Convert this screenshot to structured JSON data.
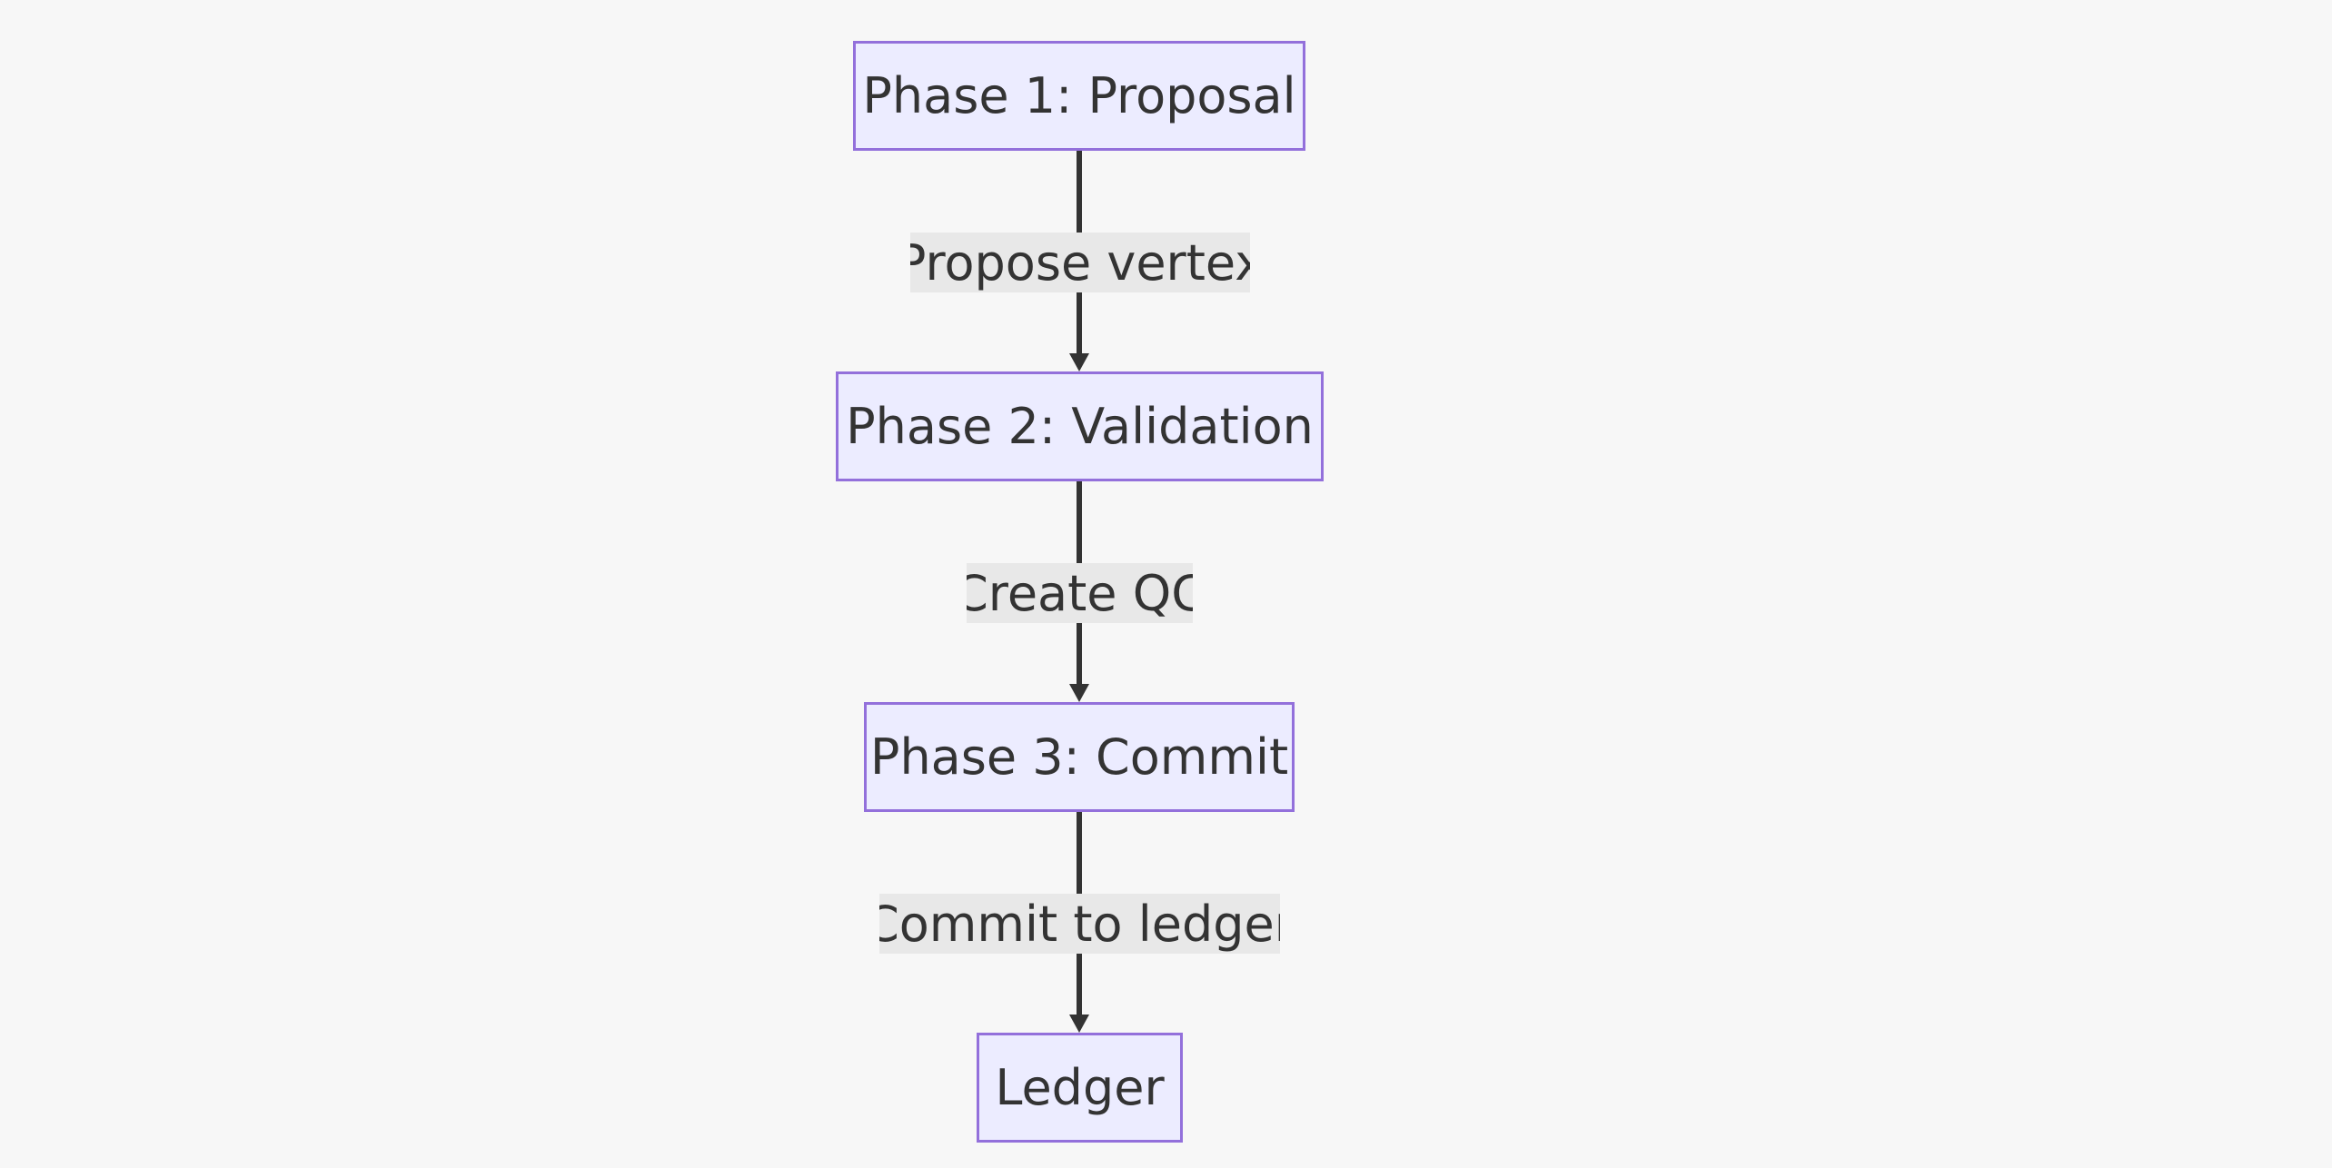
{
  "diagram": {
    "nodes": [
      {
        "id": "phase1",
        "label": "Phase 1: Proposal"
      },
      {
        "id": "phase2",
        "label": "Phase 2: Validation"
      },
      {
        "id": "phase3",
        "label": "Phase 3: Commit"
      },
      {
        "id": "ledger",
        "label": "Ledger"
      }
    ],
    "edges": [
      {
        "from": "phase1",
        "to": "phase2",
        "label": "Propose vertex"
      },
      {
        "from": "phase2",
        "to": "phase3",
        "label": "Create QC"
      },
      {
        "from": "phase3",
        "to": "ledger",
        "label": "Commit to ledger"
      }
    ]
  },
  "colors": {
    "background": "#f7f7f7",
    "node_fill": "#ececff",
    "node_border": "#9370db",
    "edge": "#333333",
    "label_background": "#e8e8e8",
    "text": "#333333"
  }
}
